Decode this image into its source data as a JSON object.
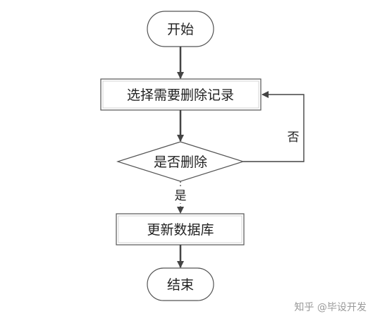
{
  "nodes": {
    "start": "开始",
    "select": "选择需要删除记录",
    "decision": "是否删除",
    "update": "更新数据库",
    "end": "结束"
  },
  "edges": {
    "yes": "是",
    "no": "否"
  },
  "watermark": "知乎 @毕设开发",
  "colors": {
    "stroke": "#555555",
    "arrow": "#444444",
    "text": "#222222",
    "watermark": "#9a9a9a"
  }
}
